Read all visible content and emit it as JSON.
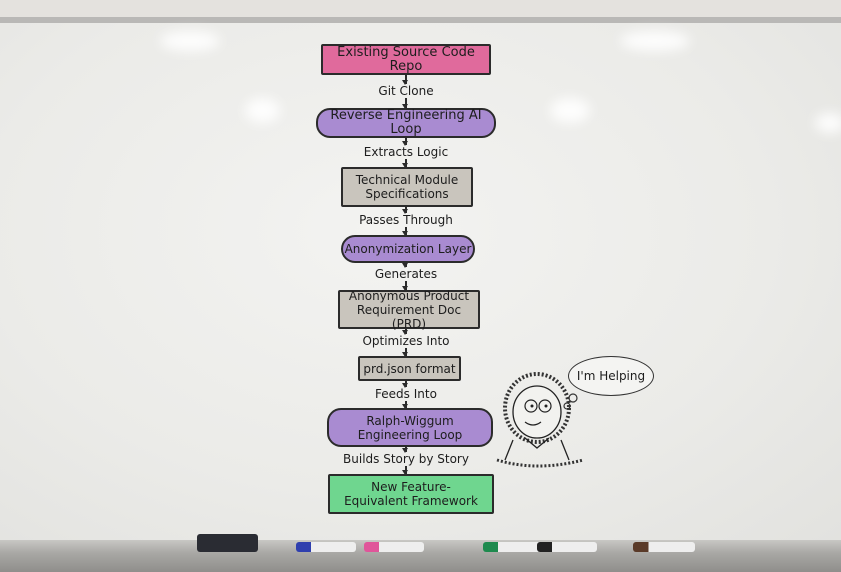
{
  "diagram": {
    "nodes": [
      {
        "label": "Existing Source Code Repo",
        "shape": "rectangle",
        "color": "#e06a9c"
      },
      {
        "label": "Reverse Engineering AI Loop",
        "shape": "pill",
        "color": "#a98bd1"
      },
      {
        "label": "Technical Module Specifications",
        "shape": "rectangle",
        "color": "#c9c5bd"
      },
      {
        "label": "Anonymization Layer",
        "shape": "pill",
        "color": "#a98bd1"
      },
      {
        "label": "Anonymous Product Requirement Doc (PRD)",
        "shape": "rectangle",
        "color": "#c9c5bd"
      },
      {
        "label": "prd.json format",
        "shape": "rectangle",
        "color": "#c9c5bd"
      },
      {
        "label": "Ralph-Wiggum Engineering Loop",
        "shape": "pill",
        "color": "#a98bd1"
      },
      {
        "label": "New Feature-Equivalent Framework",
        "shape": "rectangle",
        "color": "#6fd68f"
      }
    ],
    "edges": [
      {
        "label": "Git Clone"
      },
      {
        "label": "Extracts Logic"
      },
      {
        "label": "Passes Through"
      },
      {
        "label": "Generates"
      },
      {
        "label": "Optimizes Into"
      },
      {
        "label": "Feeds Into"
      },
      {
        "label": "Builds Story by Story"
      }
    ],
    "thought_bubble": "I'm Helping"
  }
}
